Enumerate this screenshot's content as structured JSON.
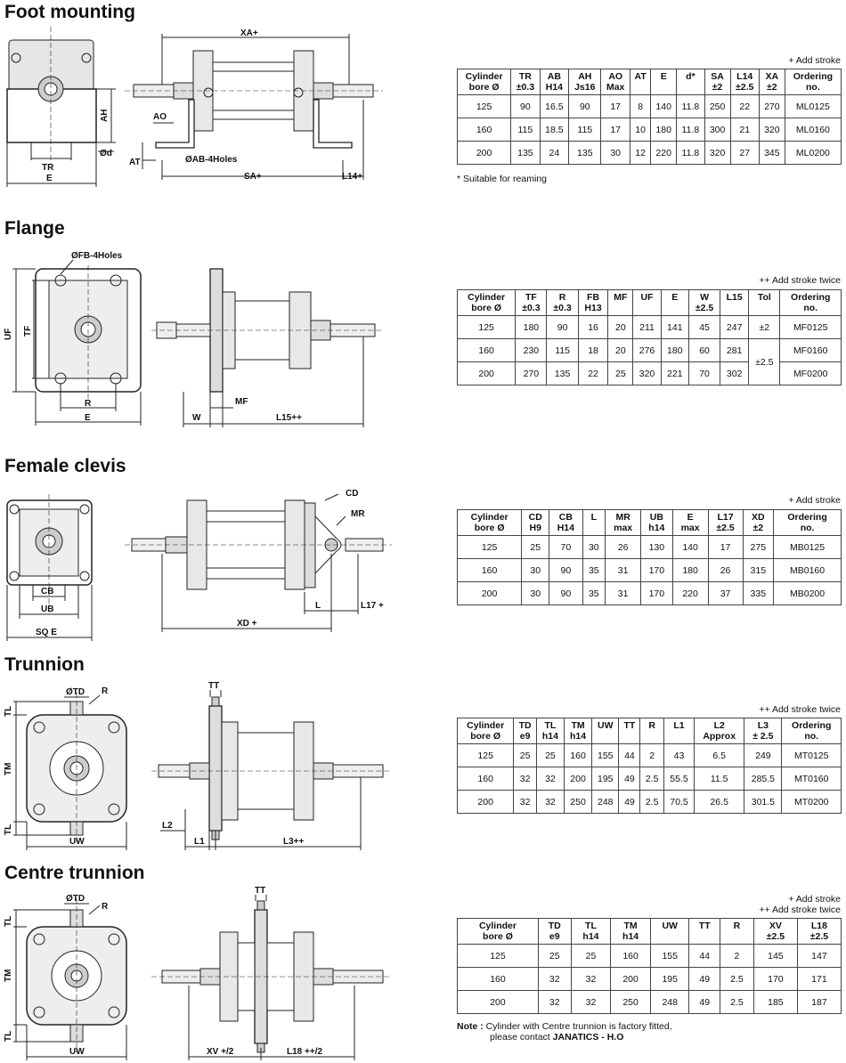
{
  "sections": [
    {
      "title": "Foot mounting",
      "stroke_note": [
        "+ Add stroke"
      ],
      "dims": [
        "XA+",
        "AH",
        "AO",
        "Ød",
        "AT",
        "ØAB-4Holes",
        "TR",
        "E",
        "SA+",
        "L14+"
      ],
      "headers": [
        [
          "Cylinder",
          "bore Ø"
        ],
        [
          "TR",
          "±0.3"
        ],
        [
          "AB",
          "H14"
        ],
        [
          "AH",
          "Js16"
        ],
        [
          "AO",
          "Max"
        ],
        [
          "AT",
          ""
        ],
        [
          "E",
          ""
        ],
        [
          "d*",
          ""
        ],
        [
          "SA",
          "±2"
        ],
        [
          "L14",
          "±2.5"
        ],
        [
          "XA",
          "±2"
        ],
        [
          "Ordering",
          "no."
        ]
      ],
      "rows": [
        [
          "125",
          "90",
          "16.5",
          "90",
          "17",
          "8",
          "140",
          "11.8",
          "250",
          "22",
          "270",
          "ML0125"
        ],
        [
          "160",
          "115",
          "18.5",
          "115",
          "17",
          "10",
          "180",
          "11.8",
          "300",
          "21",
          "320",
          "ML0160"
        ],
        [
          "200",
          "135",
          "24",
          "135",
          "30",
          "12",
          "220",
          "11.8",
          "320",
          "27",
          "345",
          "ML0200"
        ]
      ],
      "footnote": "* Suitable for reaming"
    },
    {
      "title": "Flange",
      "stroke_note": [
        "++ Add stroke twice"
      ],
      "dims": [
        "ØFB-4Holes",
        "UF",
        "TF",
        "R",
        "E",
        "W",
        "MF",
        "L15++"
      ],
      "headers": [
        [
          "Cylinder",
          "bore Ø"
        ],
        [
          "TF",
          "±0.3"
        ],
        [
          "R",
          "±0.3"
        ],
        [
          "FB",
          "H13"
        ],
        [
          "MF",
          ""
        ],
        [
          "UF",
          ""
        ],
        [
          "E",
          ""
        ],
        [
          "W",
          "±2.5"
        ],
        [
          "L15",
          ""
        ],
        [
          "Tol",
          ""
        ],
        [
          "Ordering",
          "no."
        ]
      ],
      "rows": [
        [
          "125",
          "180",
          "90",
          "16",
          "20",
          "211",
          "141",
          "45",
          "247",
          "±2",
          "MF0125"
        ],
        [
          "160",
          "230",
          "115",
          "18",
          "20",
          "276",
          "180",
          "60",
          "281",
          "±2.5",
          "MF0160"
        ],
        [
          "200",
          "270",
          "135",
          "22",
          "25",
          "320",
          "221",
          "70",
          "302",
          "",
          "MF0200"
        ]
      ]
    },
    {
      "title": "Female clevis",
      "stroke_note": [
        "+ Add stroke"
      ],
      "dims": [
        "CD",
        "MR",
        "CB",
        "UB",
        "SQ E",
        "XD +",
        "L",
        "L17 +"
      ],
      "headers": [
        [
          "Cylinder",
          "bore Ø"
        ],
        [
          "CD",
          "H9"
        ],
        [
          "CB",
          "H14"
        ],
        [
          "L",
          ""
        ],
        [
          "MR",
          "max"
        ],
        [
          "UB",
          "h14"
        ],
        [
          "E",
          "max"
        ],
        [
          "L17",
          "±2.5"
        ],
        [
          "XD",
          "±2"
        ],
        [
          "Ordering",
          "no."
        ]
      ],
      "rows": [
        [
          "125",
          "25",
          "70",
          "30",
          "26",
          "130",
          "140",
          "17",
          "275",
          "MB0125"
        ],
        [
          "160",
          "30",
          "90",
          "35",
          "31",
          "170",
          "180",
          "26",
          "315",
          "MB0160"
        ],
        [
          "200",
          "30",
          "90",
          "35",
          "31",
          "170",
          "220",
          "37",
          "335",
          "MB0200"
        ]
      ]
    },
    {
      "title": "Trunnion",
      "stroke_note": [
        "++ Add stroke twice"
      ],
      "dims": [
        "ØTD",
        "R",
        "TL",
        "TM",
        "TL",
        "UW",
        "TT",
        "L2",
        "L1",
        "L3++"
      ],
      "headers": [
        [
          "Cylinder",
          "bore Ø"
        ],
        [
          "TD",
          "e9"
        ],
        [
          "TL",
          "h14"
        ],
        [
          "TM",
          "h14"
        ],
        [
          "UW",
          ""
        ],
        [
          "TT",
          ""
        ],
        [
          "R",
          ""
        ],
        [
          "L1",
          ""
        ],
        [
          "L2",
          "Approx"
        ],
        [
          "L3",
          "± 2.5"
        ],
        [
          "Ordering",
          "no."
        ]
      ],
      "rows": [
        [
          "125",
          "25",
          "25",
          "160",
          "155",
          "44",
          "2",
          "43",
          "6.5",
          "249",
          "MT0125"
        ],
        [
          "160",
          "32",
          "32",
          "200",
          "195",
          "49",
          "2.5",
          "55.5",
          "11.5",
          "285.5",
          "MT0160"
        ],
        [
          "200",
          "32",
          "32",
          "250",
          "248",
          "49",
          "2.5",
          "70.5",
          "26.5",
          "301.5",
          "MT0200"
        ]
      ]
    },
    {
      "title": "Centre trunnion",
      "stroke_note": [
        "+ Add stroke",
        "++ Add stroke twice"
      ],
      "dims": [
        "ØTD",
        "R",
        "TL",
        "TM",
        "TL",
        "UW",
        "TT",
        "XV +/2",
        "L18 ++/2"
      ],
      "headers": [
        [
          "Cylinder",
          "bore Ø"
        ],
        [
          "TD",
          "e9"
        ],
        [
          "TL",
          "h14"
        ],
        [
          "TM",
          "h14"
        ],
        [
          "UW",
          ""
        ],
        [
          "TT",
          ""
        ],
        [
          "R",
          ""
        ],
        [
          "XV",
          "±2.5"
        ],
        [
          "L18",
          "±2.5"
        ]
      ],
      "rows": [
        [
          "125",
          "25",
          "25",
          "160",
          "155",
          "44",
          "2",
          "145",
          "147"
        ],
        [
          "160",
          "32",
          "32",
          "200",
          "195",
          "49",
          "2.5",
          "170",
          "171"
        ],
        [
          "200",
          "32",
          "32",
          "250",
          "248",
          "49",
          "2.5",
          "185",
          "187"
        ]
      ],
      "note_label": "Note :",
      "note_text": "Cylinder with Centre trunnion is factory fitted,",
      "note_text2": "please contact",
      "note_brand": "JANATICS - H.O"
    }
  ]
}
